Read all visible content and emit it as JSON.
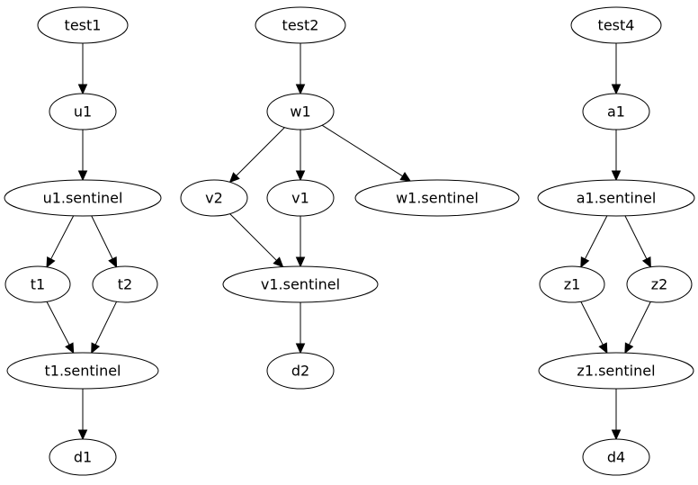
{
  "nodes": {
    "test1": "test1",
    "u1": "u1",
    "u1_sentinel": "u1.sentinel",
    "t1": "t1",
    "t2": "t2",
    "t1_sentinel": "t1.sentinel",
    "d1": "d1",
    "test2": "test2",
    "w1": "w1",
    "v2": "v2",
    "v1": "v1",
    "w1_sentinel": "w1.sentinel",
    "v1_sentinel": "v1.sentinel",
    "d2": "d2",
    "test4": "test4",
    "a1": "a1",
    "a1_sentinel": "a1.sentinel",
    "z1": "z1",
    "z2": "z2",
    "z1_sentinel": "z1.sentinel",
    "d4": "d4"
  },
  "edges": [
    [
      "test1",
      "u1"
    ],
    [
      "u1",
      "u1_sentinel"
    ],
    [
      "u1_sentinel",
      "t1"
    ],
    [
      "u1_sentinel",
      "t2"
    ],
    [
      "t1",
      "t1_sentinel"
    ],
    [
      "t2",
      "t1_sentinel"
    ],
    [
      "t1_sentinel",
      "d1"
    ],
    [
      "test2",
      "w1"
    ],
    [
      "w1",
      "v2"
    ],
    [
      "w1",
      "v1"
    ],
    [
      "w1",
      "w1_sentinel"
    ],
    [
      "v2",
      "v1_sentinel"
    ],
    [
      "v1",
      "v1_sentinel"
    ],
    [
      "v1_sentinel",
      "d2"
    ],
    [
      "test4",
      "a1"
    ],
    [
      "a1",
      "a1_sentinel"
    ],
    [
      "a1_sentinel",
      "z1"
    ],
    [
      "a1_sentinel",
      "z2"
    ],
    [
      "z1",
      "z1_sentinel"
    ],
    [
      "z2",
      "z1_sentinel"
    ],
    [
      "z1_sentinel",
      "d4"
    ]
  ]
}
